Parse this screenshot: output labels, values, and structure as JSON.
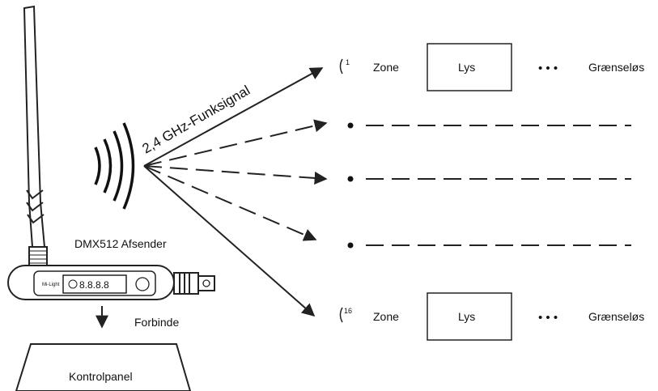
{
  "signal_label": "2,4 GHz-Funksignal",
  "transmitter": {
    "label": "DMX512 Afsender",
    "display": "8.8.8.8",
    "brand": "Mi-Light"
  },
  "connect_label": "Forbinde",
  "control_panel_label": "Kontrolpanel",
  "zones": [
    {
      "number": "1",
      "zone_label": "Zone",
      "light_label": "Lys",
      "dots": "• • •",
      "limit_label": "Grænseløs"
    },
    {
      "number": "16",
      "zone_label": "Zone",
      "light_label": "Lys",
      "dots": "• • •",
      "limit_label": "Grænseløs"
    }
  ]
}
